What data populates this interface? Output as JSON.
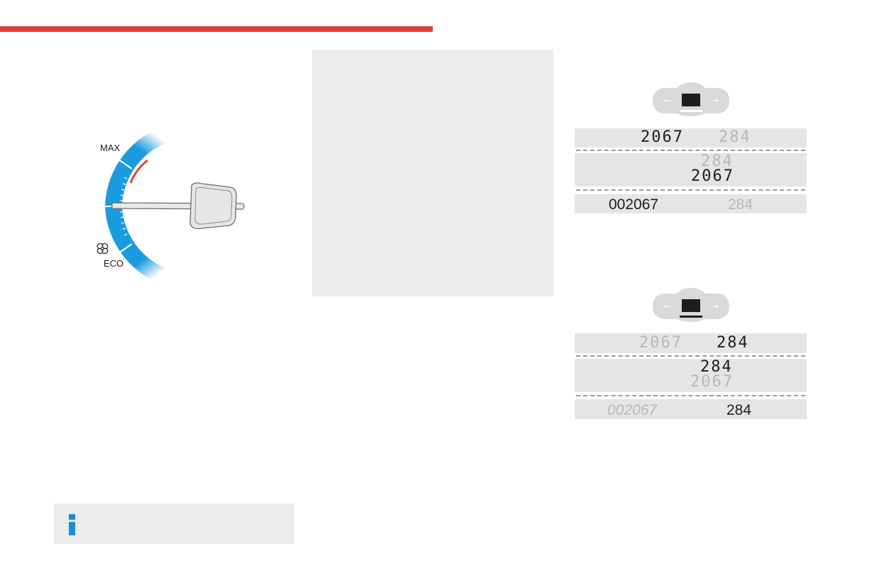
{
  "colors": {
    "accent_bar": "#e0413a",
    "gauge_blue": "#1a9be0",
    "info_blue": "#1a8fd6",
    "panel_gray": "#ececec"
  },
  "gauge": {
    "max_label": "MAX",
    "eco_label": "ECO",
    "eco_icon": "fan-icon"
  },
  "info": {
    "icon": "info-icon"
  },
  "display_1": {
    "row1": {
      "left": "2067",
      "right": "284"
    },
    "row2": {
      "top": "284",
      "bottom": "2067"
    },
    "row3": {
      "left": "002067",
      "right": "284"
    }
  },
  "display_2": {
    "row1": {
      "left": "2067",
      "right": "284"
    },
    "row2": {
      "top": "284",
      "bottom": "2067"
    },
    "row3": {
      "left": "002067",
      "right": "284"
    }
  }
}
